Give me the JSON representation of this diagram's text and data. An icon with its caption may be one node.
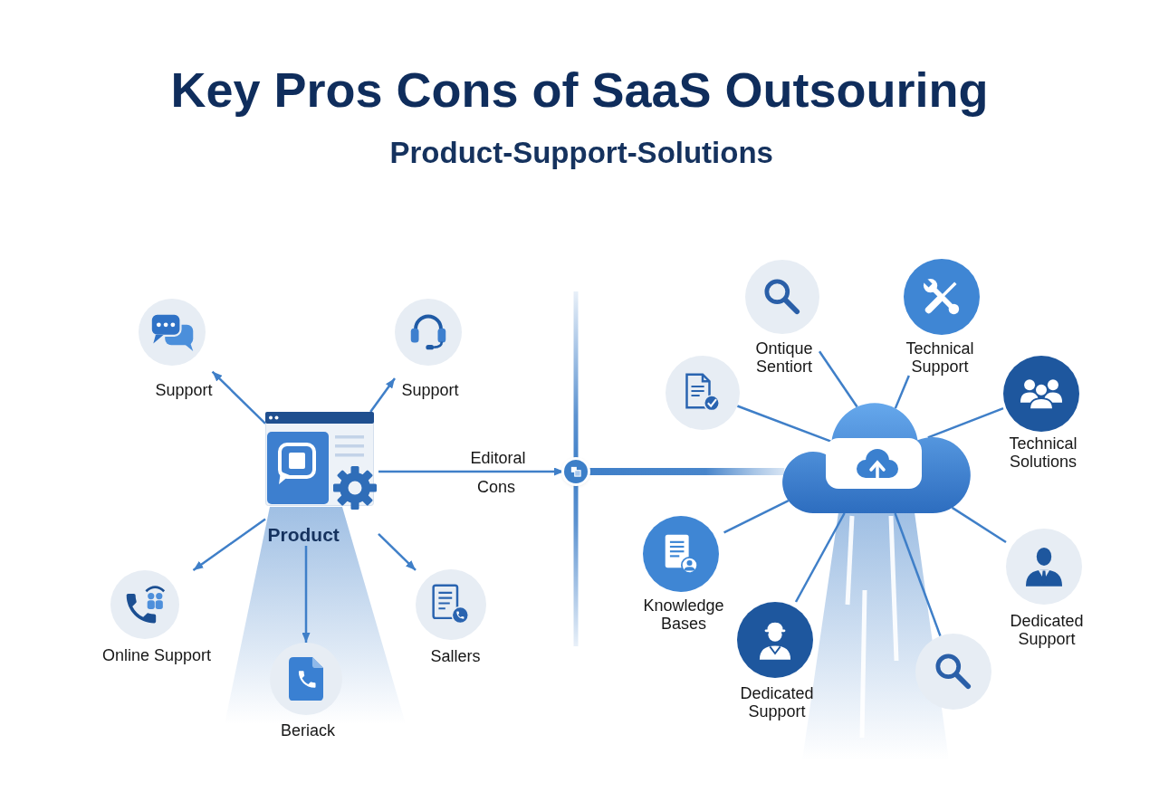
{
  "diagram": {
    "title": "Key Pros Cons of SaaS Outsouring",
    "nodes": [
      {
        "text": [
          "Product"
        ]
      },
      {
        "text": [
          "Support"
        ]
      },
      {
        "text": [
          "Support"
        ]
      },
      {
        "text": [
          "Online Support"
        ]
      },
      {
        "text": [
          "Beriack"
        ]
      },
      {
        "text": [
          "Sallers"
        ]
      },
      {
        "text": [],
        "shape": "circle"
      },
      {
        "text": [],
        "shape": "cloud"
      },
      {
        "text": [
          "Ontique Sentiort"
        ]
      },
      {
        "text": [
          "Technical Support"
        ]
      },
      {
        "text": [],
        "shape": "circle"
      },
      {
        "text": [
          "Technical Solutions"
        ]
      },
      {
        "text": [
          "Knowledge Bases"
        ]
      },
      {
        "text": [
          "Dedicated Support"
        ]
      },
      {
        "text": [
          "Dedicated Support"
        ]
      },
      {
        "text": [],
        "shape": "circle"
      }
    ],
    "edges": [
      {
        "from": 0,
        "to": 1,
        "arrow": "to"
      },
      {
        "from": 0,
        "to": 2,
        "arrow": "to"
      },
      {
        "from": 0,
        "to": 3,
        "arrow": "to"
      },
      {
        "from": 0,
        "to": 4,
        "arrow": "to"
      },
      {
        "from": 0,
        "to": 5,
        "arrow": "to"
      },
      {
        "from": 0,
        "to": 6,
        "arrow": "to",
        "label": "Editoral"
      },
      {
        "from": 6,
        "to": 7,
        "arrow": "none",
        "style": "thick"
      },
      {
        "from": 7,
        "to": 8,
        "arrow": "none"
      },
      {
        "from": 7,
        "to": 9,
        "arrow": "none"
      },
      {
        "from": 7,
        "to": 10,
        "arrow": "none"
      },
      {
        "from": 7,
        "to": 11,
        "arrow": "none"
      },
      {
        "from": 7,
        "to": 12,
        "arrow": "none"
      },
      {
        "from": 7,
        "to": 13,
        "arrow": "none"
      },
      {
        "from": 7,
        "to": 14,
        "arrow": "none"
      },
      {
        "from": 7,
        "to": 15,
        "arrow": "none"
      }
    ],
    "labels": [
      "Product-Support-Solutions",
      "Cons"
    ]
  }
}
